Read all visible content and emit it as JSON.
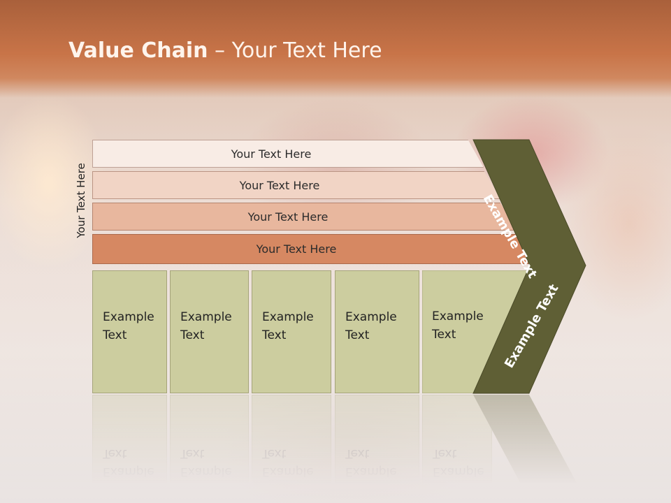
{
  "title": {
    "bold": "Value Chain",
    "rest": " – Your Text Here"
  },
  "vertical_label": "Your Text Here",
  "bars": [
    {
      "label": "Your Text Here"
    },
    {
      "label": "Your Text Here"
    },
    {
      "label": "Your Text Here"
    },
    {
      "label": "Your Text Here"
    }
  ],
  "boxes": [
    {
      "line1": "Example",
      "line2": "Text"
    },
    {
      "line1": "Example",
      "line2": "Text"
    },
    {
      "line1": "Example",
      "line2": "Text"
    },
    {
      "line1": "Example",
      "line2": "Text"
    },
    {
      "line1": "Example",
      "line2": "Text"
    }
  ],
  "chevron": {
    "top_label": "Example Text",
    "bottom_label": "Example Text",
    "color": "#5f5f35"
  },
  "colors": {
    "title_band": "#c87448",
    "box_fill": "#cccd9f"
  }
}
